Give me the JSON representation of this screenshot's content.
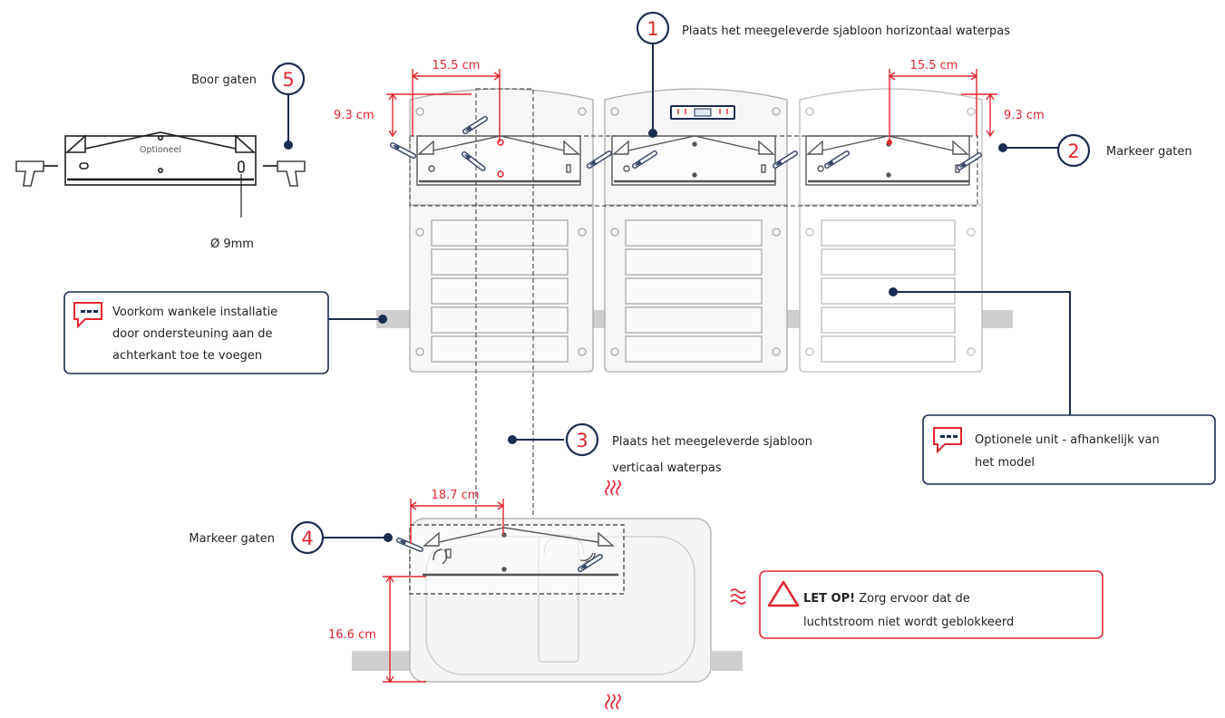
{
  "steps": {
    "step1": {
      "number": "1",
      "label": "Plaats het meegeleverde sjabloon horizontaal waterpas"
    },
    "step2": {
      "number": "2",
      "label": "Markeer gaten"
    },
    "step3": {
      "number": "3",
      "line1": "Plaats het meegeleverde sjabloon",
      "line2": "verticaal waterpas"
    },
    "step4": {
      "number": "4",
      "label": "Markeer gaten"
    },
    "step5": {
      "number": "5",
      "label": "Boor gaten"
    }
  },
  "bracket": {
    "label": "Optioneel",
    "hole_diameter": "Ø 9mm"
  },
  "dimensions": {
    "top_left_width": "15.5 cm",
    "top_left_height": "9.3 cm",
    "top_right_width": "15.5 cm",
    "top_right_height": "9.3 cm",
    "bottom_width": "18.7 cm",
    "bottom_height": "16.6 cm"
  },
  "notes": {
    "support": {
      "line1": "Voorkom wankele installatie",
      "line2": "door ondersteuning aan de",
      "line3": "achterkant toe te voegen"
    },
    "optional_unit": {
      "line1": "Optionele unit - afhankelijk van",
      "line2": "het model"
    },
    "warning": {
      "strong": "LET OP!",
      "line1_rest": " Zorg ervoor dat de",
      "line2": "luchtstroom niet wordt geblokkeerd"
    }
  },
  "colors": {
    "accent_red": "#e3262f",
    "navy": "#1b2d4f",
    "outline_gray": "#8c8c8c",
    "light_gray": "#d9d9d9"
  },
  "icons": [
    "drill-icon",
    "pencil-icon",
    "level-icon",
    "chat-note-icon",
    "warning-triangle-icon",
    "airflow-icon"
  ]
}
